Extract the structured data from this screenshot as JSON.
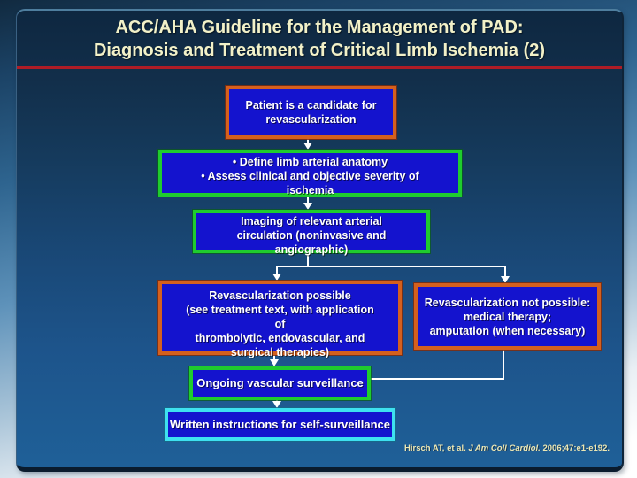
{
  "slide": {
    "title": "ACC/AHA Guideline for the Management of PAD:\nDiagnosis and Treatment of Critical Limb Ischemia (2)",
    "citation": {
      "pre": "Hirsch AT, et al. ",
      "journal": "J Am Coll Cardiol.",
      "post": " 2006;47:e1-e192."
    }
  },
  "flowchart": {
    "nodes": [
      {
        "id": "candidate",
        "text": "Patient is a candidate for\nrevascularization",
        "border": "orange"
      },
      {
        "id": "define",
        "text": "• Define limb arterial anatomy\n• Assess clinical and objective severity of\nischemia",
        "border": "green"
      },
      {
        "id": "imaging",
        "text": "Imaging of relevant arterial\ncirculation (noninvasive and\nangiographic)",
        "border": "green"
      },
      {
        "id": "revasc-possible",
        "text": "Revascularization possible\n(see treatment text, with application\nof\nthrombolytic, endovascular, and\nsurgical therapies)",
        "border": "orange"
      },
      {
        "id": "revasc-not-possible",
        "text": "Revascularization not possible:\nmedical therapy;\namputation (when necessary)",
        "border": "orange"
      },
      {
        "id": "surveillance",
        "text": "Ongoing vascular surveillance",
        "border": "green"
      },
      {
        "id": "written-instructions",
        "text": "Written instructions for self-surveillance",
        "border": "cyan"
      }
    ],
    "colors": {
      "node_fill": "#1413ce",
      "orange_border": "#d4601e",
      "green_border": "#1fcc2e",
      "cyan_border": "#3ee0f0",
      "connector": "#ffffff",
      "red_rule": "#ae1c26",
      "title_text": "#f2f1c8",
      "node_text": "#ffffff"
    }
  }
}
